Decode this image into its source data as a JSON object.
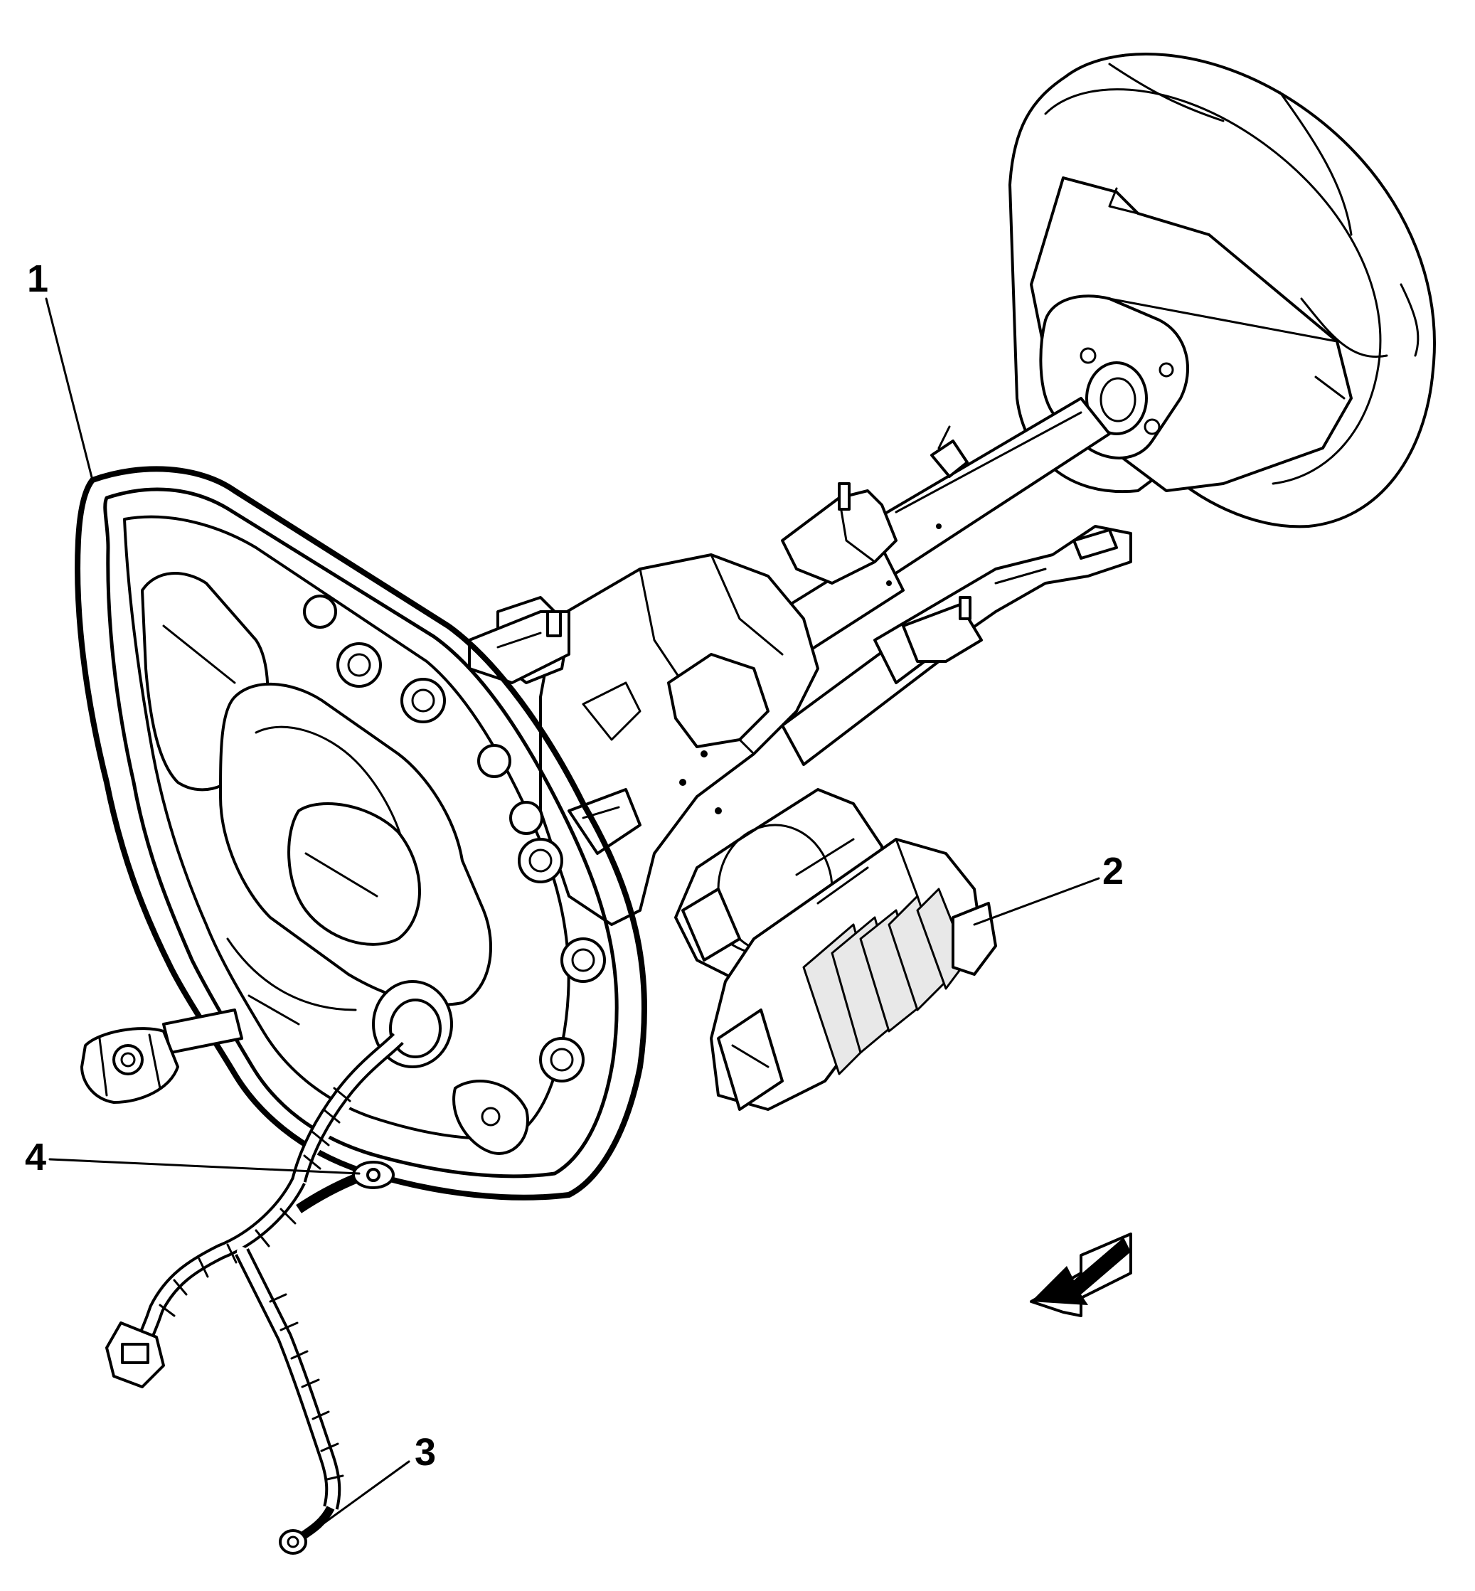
{
  "callouts": [
    {
      "id": "1",
      "label": "1"
    },
    {
      "id": "2",
      "label": "2"
    },
    {
      "id": "3",
      "label": "3"
    },
    {
      "id": "4",
      "label": "4"
    }
  ],
  "view_arrow": {
    "icon": "view-direction-arrow-icon"
  }
}
